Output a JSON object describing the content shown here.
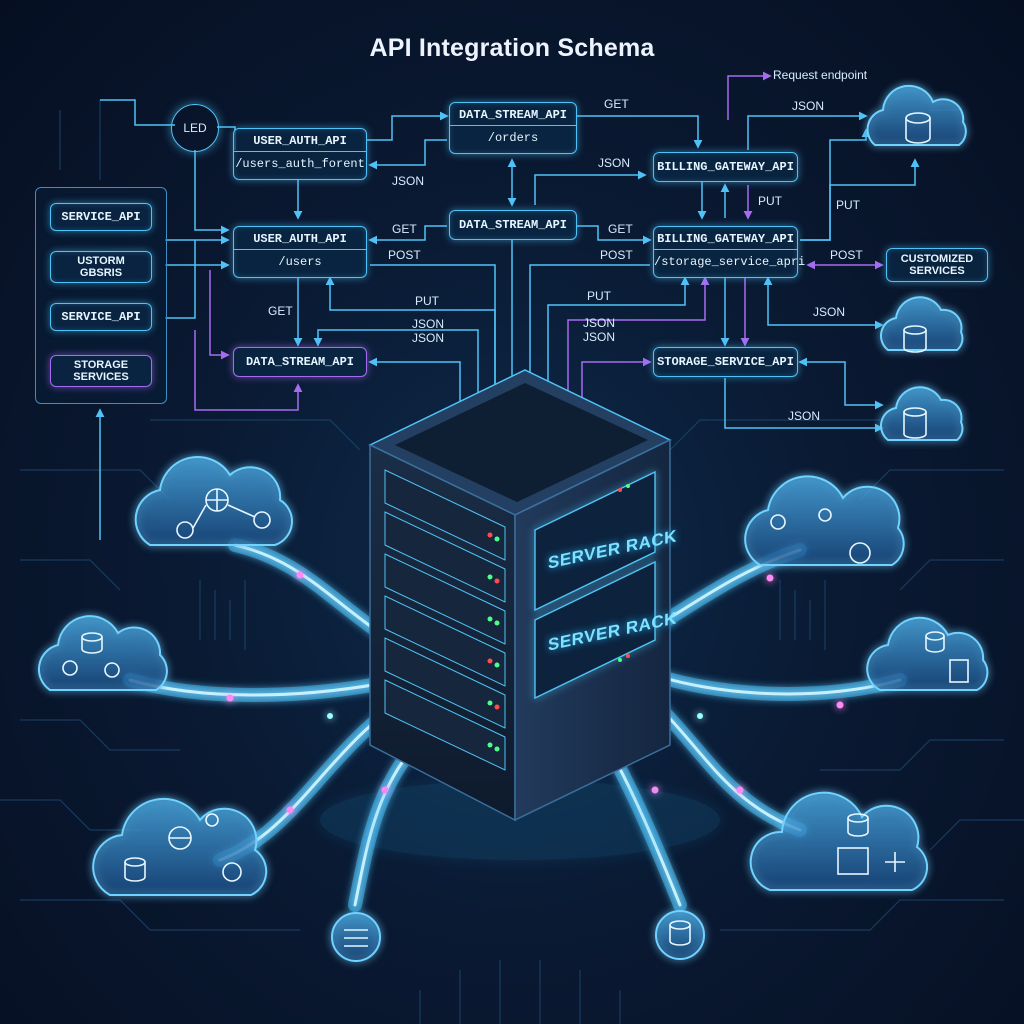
{
  "title": "API Integration Schema",
  "led_label": "LED",
  "request_endpoint_label": "Request endpoint",
  "left_panel": {
    "items": [
      {
        "label": "SERVICE_API"
      },
      {
        "label": "USTORM\nGBSRIS"
      },
      {
        "label": "SERVICE_API"
      },
      {
        "label": "STORAGE\nSERVICES"
      }
    ]
  },
  "nodes": {
    "user_auth_1": {
      "title": "USER_AUTH_API",
      "sub": "/users_auth_forent"
    },
    "user_auth_2": {
      "title": "USER_AUTH_API",
      "sub": "/users"
    },
    "data_stream_top": {
      "title": "DATA_STREAM_API",
      "sub": "/orders"
    },
    "data_stream_mid": {
      "title": "DATA_STREAM_API"
    },
    "data_stream_left": {
      "title": "DATA_STREAM_API"
    },
    "billing_1": {
      "title": "BILLING_GATEWAY_API"
    },
    "billing_2": {
      "title": "BILLING_GATEWAY_API",
      "sub": "/storage_service_apri"
    },
    "storage_service": {
      "title": "STORAGE_SERVICE_API"
    },
    "customized": {
      "title": "CUSTOMIZED\nSERVICES"
    }
  },
  "edge_labels": {
    "get_top": "GET",
    "json_top_right": "JSON",
    "json_auth": "JSON",
    "json_mid": "JSON",
    "get_mid_left": "GET",
    "get_mid_right": "GET",
    "put_billing": "PUT",
    "put_right": "PUT",
    "post_left": "POST",
    "post_right": "POST",
    "post_custom": "POST",
    "get_left": "GET",
    "put_center_left": "PUT",
    "json_center_left_1": "JSON",
    "json_center_left_2": "JSON",
    "put_center_right": "PUT",
    "json_center_right_1": "JSON",
    "json_center_right_2": "JSON",
    "json_cloud_right": "JSON",
    "json_storage": "JSON"
  },
  "server": {
    "label_1": "SERVER RACK",
    "label_2": "SERVER RACK"
  },
  "colors": {
    "accent_cyan": "#4fc3f7",
    "accent_purple": "#a66cf0",
    "background": "#0a1a33"
  },
  "icons": [
    "cloud-database-icon",
    "cloud-network-icon",
    "cloud-gear-icon",
    "cloud-shield-icon",
    "database-icon",
    "server-rack-icon"
  ]
}
